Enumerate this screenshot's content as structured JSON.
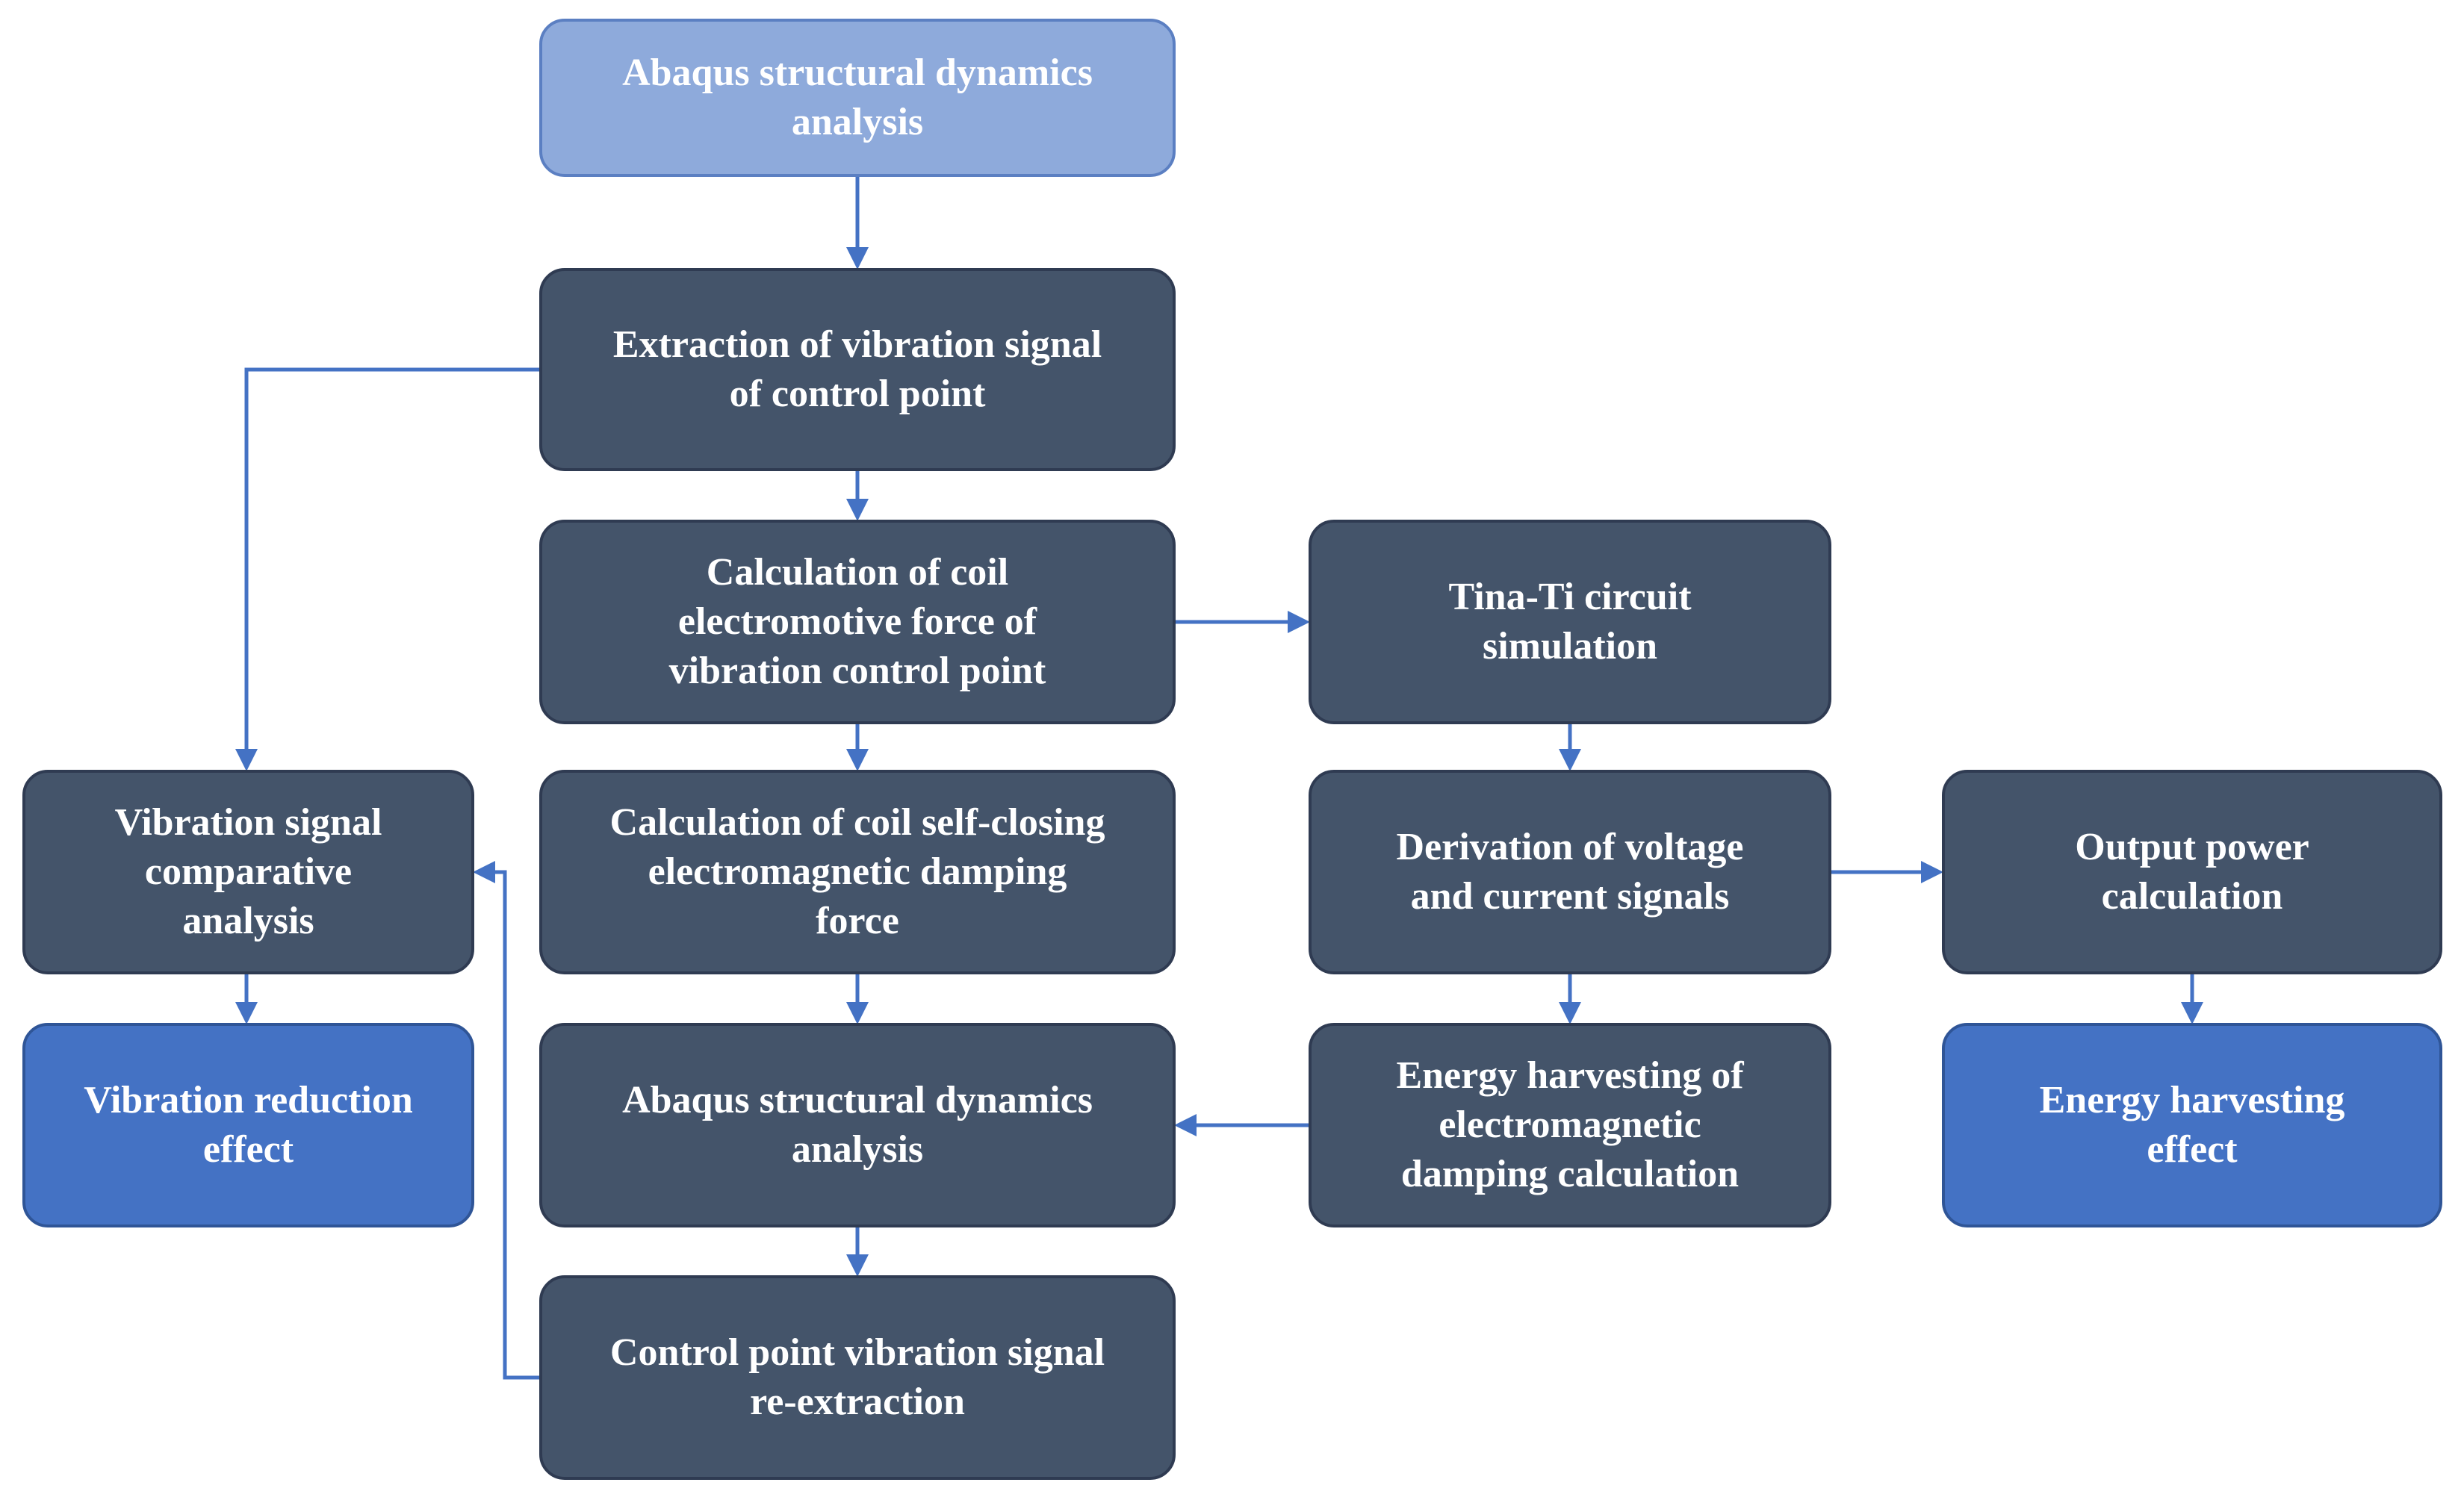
{
  "colors": {
    "dark_box": "#44546a",
    "light_box": "#8eaadb",
    "blue_box": "#4472c4",
    "arrow": "#4472c4",
    "text": "#ffffff"
  },
  "nodes": {
    "abaqus_1": "Abaqus structural dynamics\nanalysis",
    "extraction": "Extraction of vibration signal\nof control point",
    "coil_emf": "Calculation of coil\nelectromotive force of\nvibration control point",
    "tina": "Tina-Ti circuit\nsimulation",
    "comparative": "Vibration signal\ncomparative\nanalysis",
    "damping_force": "Calculation of coil self-closing\nelectromagnetic damping\nforce",
    "derivation": "Derivation of voltage\nand current signals",
    "output_power": "Output power\ncalculation",
    "reduction": "Vibration reduction\neffect",
    "abaqus_2": "Abaqus structural dynamics\nanalysis",
    "energy_damping": "Energy harvesting of\nelectromagnetic\ndamping calculation",
    "energy_effect": "Energy harvesting\neffect",
    "reextraction": "Control point vibration signal\nre-extraction"
  }
}
